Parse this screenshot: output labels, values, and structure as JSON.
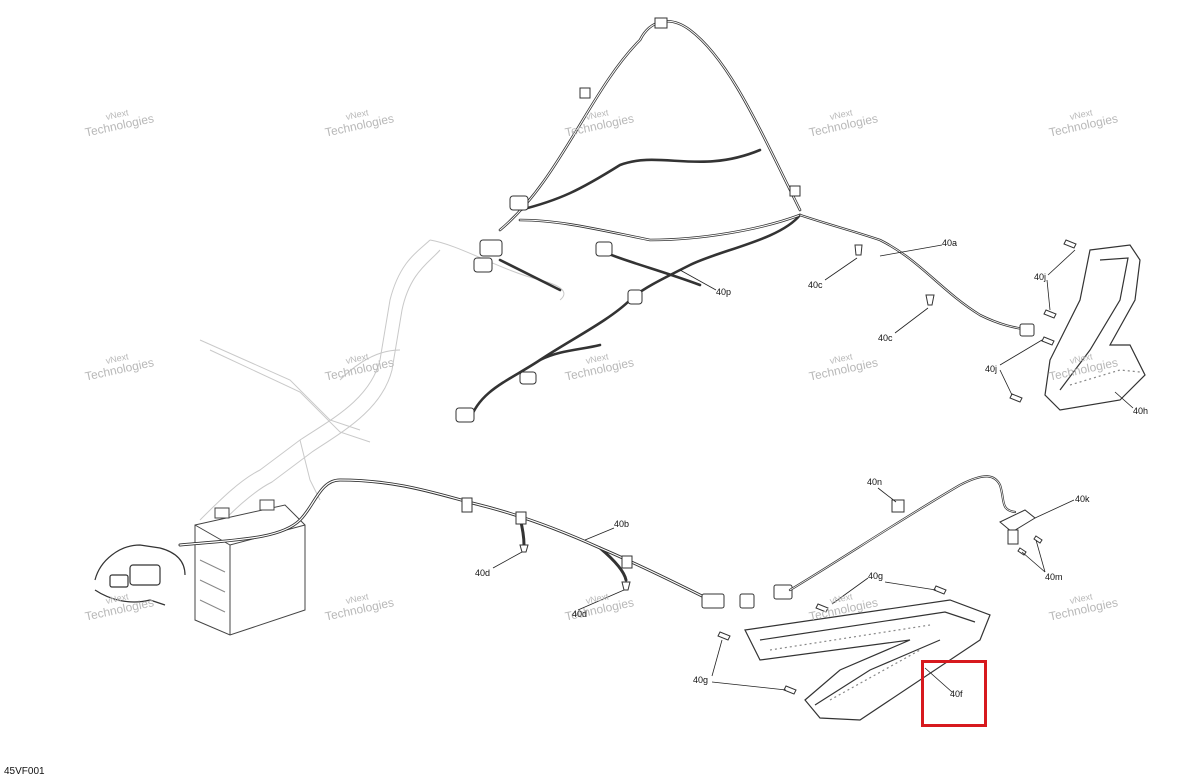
{
  "figure_code": "45VF001",
  "watermark": {
    "line1": "vNext",
    "line2": "Technologies"
  },
  "callouts": {
    "p40p": "40p",
    "p40a": "40a",
    "p40c_1": "40c",
    "p40c_2": "40c",
    "p40j_1": "40j",
    "p40j_2": "40j",
    "p40h": "40h",
    "p40n": "40n",
    "p40k": "40k",
    "p40m": "40m",
    "p40b": "40b",
    "p40d_1": "40d",
    "p40d_2": "40d",
    "p40g_1": "40g",
    "p40g_2": "40g",
    "p40f": "40f"
  },
  "highlight": {
    "part": "40f",
    "color": "#d7191e"
  }
}
